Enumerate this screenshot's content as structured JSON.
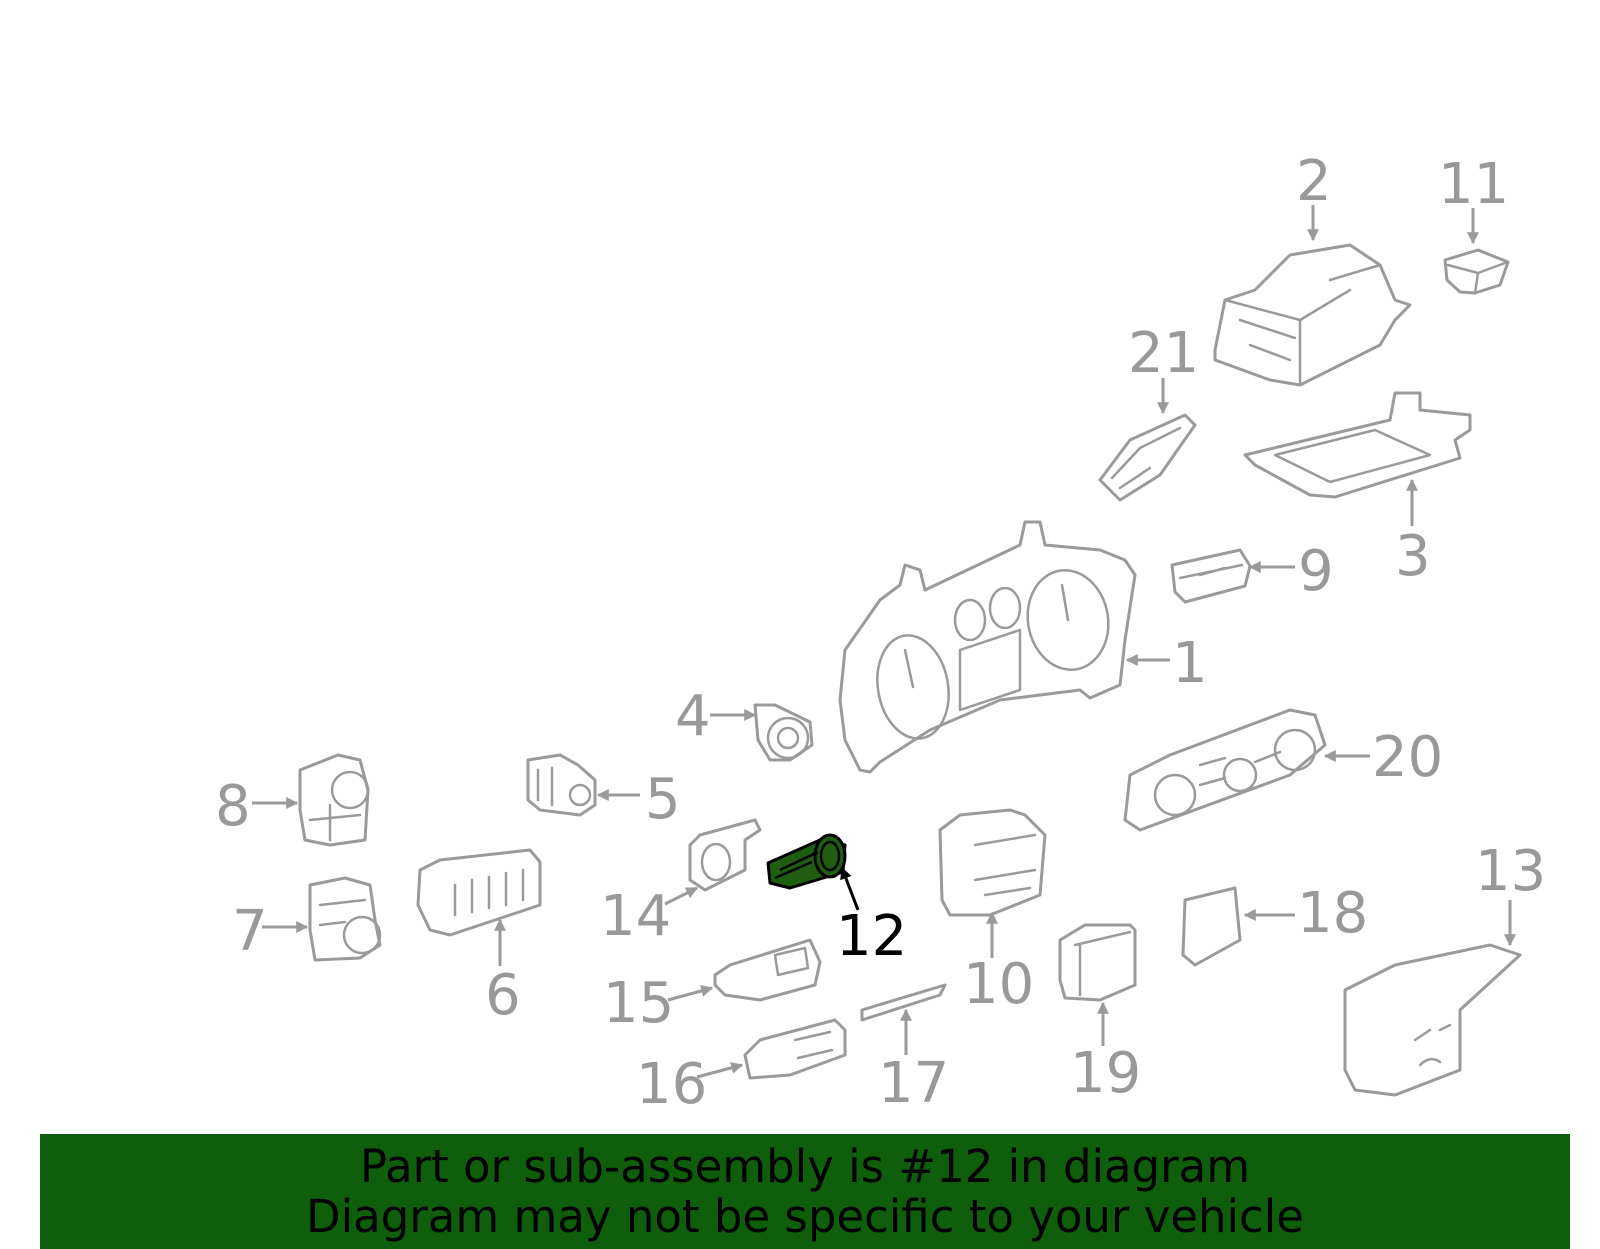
{
  "callouts": {
    "c1": "1",
    "c2": "2",
    "c3": "3",
    "c4": "4",
    "c5": "5",
    "c6": "6",
    "c7": "7",
    "c8": "8",
    "c9": "9",
    "c10": "10",
    "c11": "11",
    "c12": "12",
    "c13": "13",
    "c14": "14",
    "c15": "15",
    "c16": "16",
    "c17": "17",
    "c18": "18",
    "c19": "19",
    "c20": "20",
    "c21": "21"
  },
  "highlighted_part": "12",
  "banner": {
    "line1": "Part or sub-assembly is #12 in diagram",
    "line2": "Diagram may not be specific to your vehicle"
  },
  "colors": {
    "callout_gray": "#999999",
    "banner_green": "#0f5e0c",
    "highlight_green": "#1f5e10",
    "text_black": "#000000"
  }
}
